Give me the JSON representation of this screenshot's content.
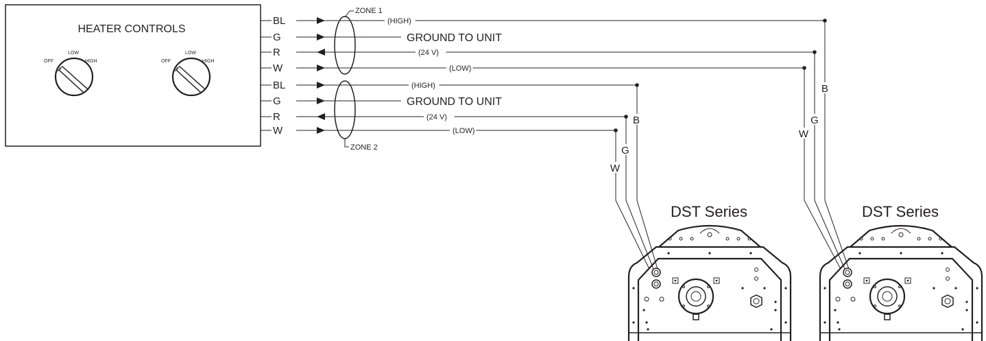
{
  "controls": {
    "title": "HEATER CONTROLS",
    "knob_labels": {
      "off": "OFF",
      "low": "LOW",
      "high": "HIGH"
    }
  },
  "wires": [
    {
      "zone": 1,
      "code": "BL",
      "note": "(HIGH)",
      "direction": "out"
    },
    {
      "zone": 1,
      "code": "G",
      "note": "GROUND TO UNIT",
      "direction": "out"
    },
    {
      "zone": 1,
      "code": "R",
      "note": "(24 V)",
      "direction": "in"
    },
    {
      "zone": 1,
      "code": "W",
      "note": "(LOW)",
      "direction": "out"
    },
    {
      "zone": 2,
      "code": "BL",
      "note": "(HIGH)",
      "direction": "out"
    },
    {
      "zone": 2,
      "code": "G",
      "note": "GROUND TO UNIT",
      "direction": "out"
    },
    {
      "zone": 2,
      "code": "R",
      "note": "(24 V)",
      "direction": "in"
    },
    {
      "zone": 2,
      "code": "W",
      "note": "(LOW)",
      "direction": "out"
    }
  ],
  "zones": {
    "zone1": "ZONE 1",
    "zone2": "ZONE 2"
  },
  "drop_labels": {
    "b": "B",
    "g": "G",
    "w": "W"
  },
  "units": [
    {
      "label": "DST Series",
      "zone": 2
    },
    {
      "label": "DST Series",
      "zone": 1
    }
  ]
}
